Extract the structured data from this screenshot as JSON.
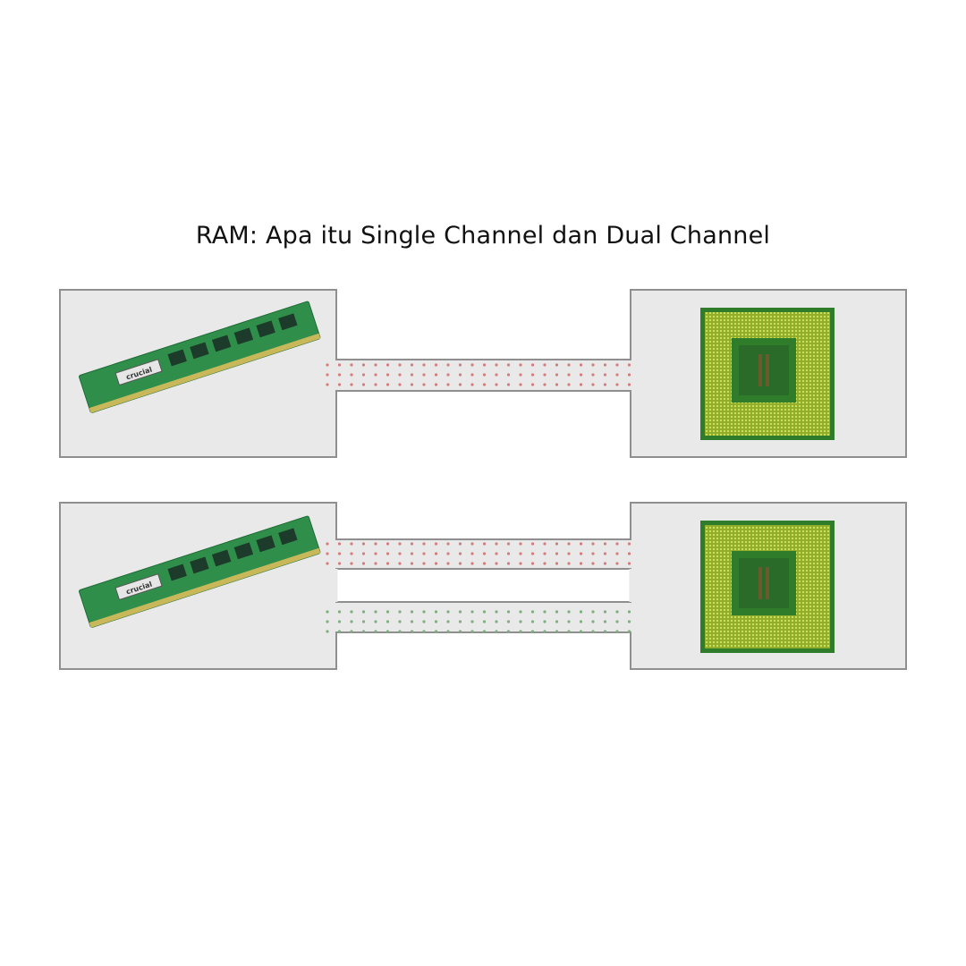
{
  "title": "RAM: Apa itu Single Channel dan Dual Channel",
  "diagrams": [
    {
      "mode": "single channel",
      "channel_count": 1
    },
    {
      "mode": "dual channel",
      "channel_count": 2
    }
  ],
  "module_label": "crucial",
  "colors": {
    "panel_fill": "#e9e9e9",
    "panel_stroke": "#8f8f8f",
    "pcb_green": "#2f8f4a",
    "chip_dark": "#1d3b2a",
    "cpu_green": "#2f7d2a",
    "cpu_pins": "#b7c93a",
    "dot_red": "#d47d7d",
    "dot_green": "#7fae7f"
  }
}
